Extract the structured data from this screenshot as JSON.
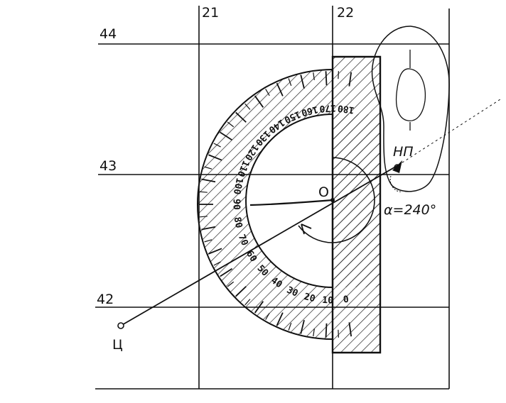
{
  "grid": {
    "vertical_labels": [
      "21",
      "22"
    ],
    "horizontal_labels": [
      "44",
      "43",
      "42"
    ]
  },
  "labels": {
    "observation_post": "НП",
    "target": "Ц",
    "center": "О",
    "azimuth": "α=240°"
  },
  "protractor": {
    "scale_labels": [
      "0",
      "10",
      "20",
      "30",
      "40",
      "50",
      "60",
      "70",
      "80",
      "90",
      "100",
      "110",
      "120",
      "130",
      "140",
      "150",
      "160",
      "170",
      "180"
    ]
  }
}
